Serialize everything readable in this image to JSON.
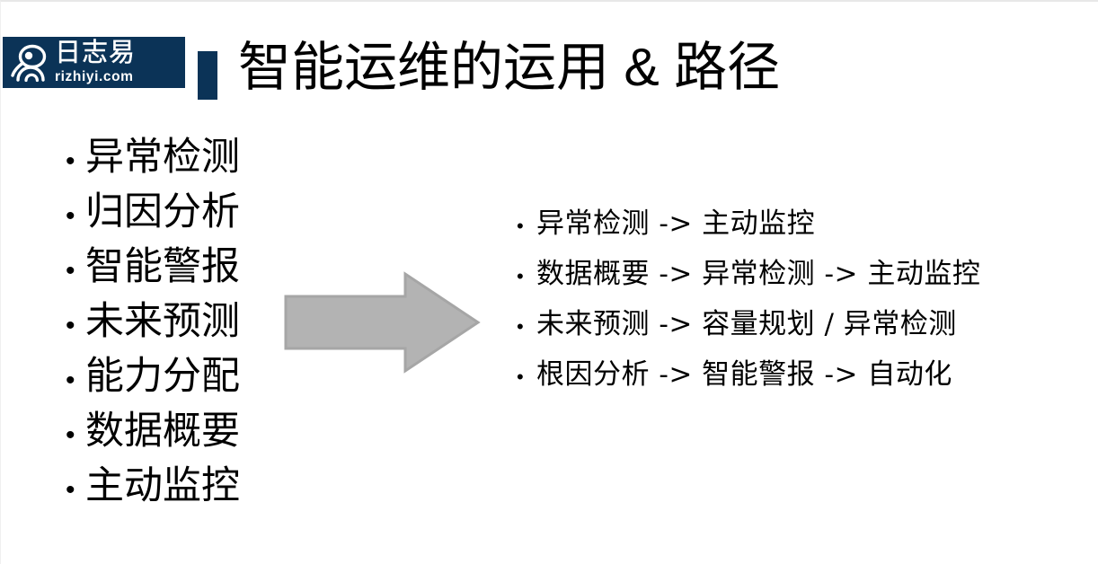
{
  "slide": {
    "background_color": "#ffffff",
    "accent_color": "#0b3357",
    "arrow_fill": "#b3b3b3",
    "arrow_stroke": "#a6a6a6"
  },
  "header": {
    "logo": {
      "icon_name": "rizhiyi-mascot-icon",
      "cn_name": "日志易",
      "domain": "rizhiyi.com",
      "background_color": "#0b3357"
    },
    "accent_bar_name": "title-accent-bar",
    "title": "智能运维的运用 & 路径"
  },
  "left_list": {
    "bullet_glyph": "•",
    "items": [
      {
        "label": "异常检测"
      },
      {
        "label": "归因分析"
      },
      {
        "label": "智能警报"
      },
      {
        "label": "未来预测"
      },
      {
        "label": "能力分配"
      },
      {
        "label": "数据概要"
      },
      {
        "label": "主动监控"
      }
    ]
  },
  "arrow": {
    "name": "right-arrow-shape",
    "direction": "right",
    "fill": "#b3b3b3"
  },
  "right_list": {
    "bullet_glyph": "•",
    "items": [
      {
        "label": "异常检测 -> 主动监控"
      },
      {
        "label": "数据概要 -> 异常检测 -> 主动监控"
      },
      {
        "label": "未来预测 -> 容量规划 / 异常检测"
      },
      {
        "label": "根因分析 -> 智能警报 -> 自动化"
      }
    ]
  }
}
